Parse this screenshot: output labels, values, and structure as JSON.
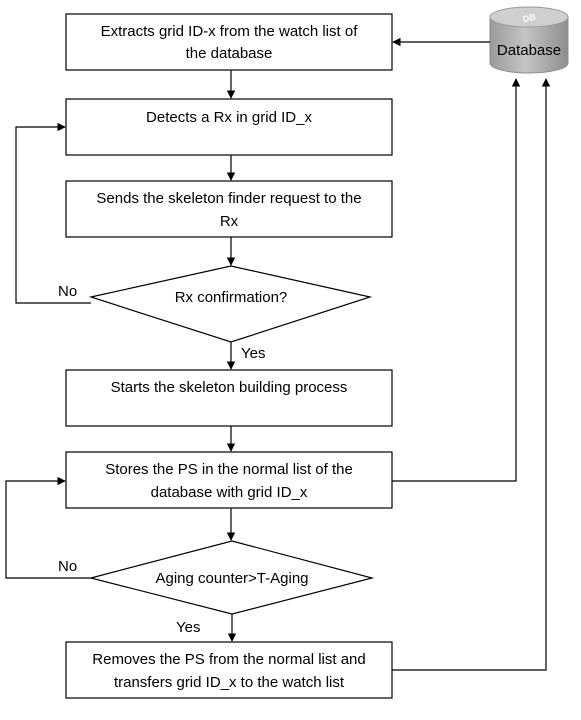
{
  "database": {
    "label": "Database",
    "icon_text": "DB",
    "icon": "database-cylinder-icon",
    "colors": {
      "top": "#c9c9c9",
      "body": "#a9a9a9",
      "rim": "#8c8c8c"
    }
  },
  "steps": {
    "extract": [
      "Extracts grid ID-x from the watch list of",
      "the database"
    ],
    "detect": [
      "Detects a Rx in grid ID_x"
    ],
    "send": [
      "Sends the skeleton finder request to the",
      "Rx"
    ],
    "start": [
      "Starts the skeleton building process"
    ],
    "store": [
      "Stores the PS in the normal list of the",
      "database with grid ID_x"
    ],
    "remove": [
      "Removes the PS from the normal list and",
      "transfers grid ID_x to the watch list"
    ]
  },
  "decisions": {
    "rx_confirmation": "Rx confirmation?",
    "aging": "Aging counter>T-Aging"
  },
  "edge_labels": {
    "rx_no": "No",
    "rx_yes": "Yes",
    "aging_no": "No",
    "aging_yes": "Yes"
  }
}
